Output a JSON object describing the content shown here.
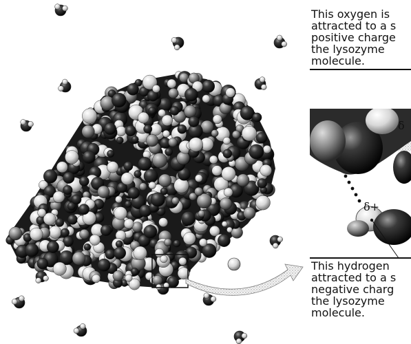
{
  "caption_top": {
    "lines": [
      "This oxygen is",
      "attracted to a s",
      "positive charge",
      "the lysozyme",
      "molecule."
    ]
  },
  "caption_bottom": {
    "lines": [
      "This hydrogen",
      "attracted to a s",
      "negative charg",
      "the lysozyme",
      "molecule."
    ]
  },
  "inset_labels": {
    "partial_positive": "δ+",
    "partial_negative": "δ"
  },
  "icons": {
    "water_molecule": "water-molecule-icon",
    "magnify_arrow": "magnify-arrow-icon"
  }
}
